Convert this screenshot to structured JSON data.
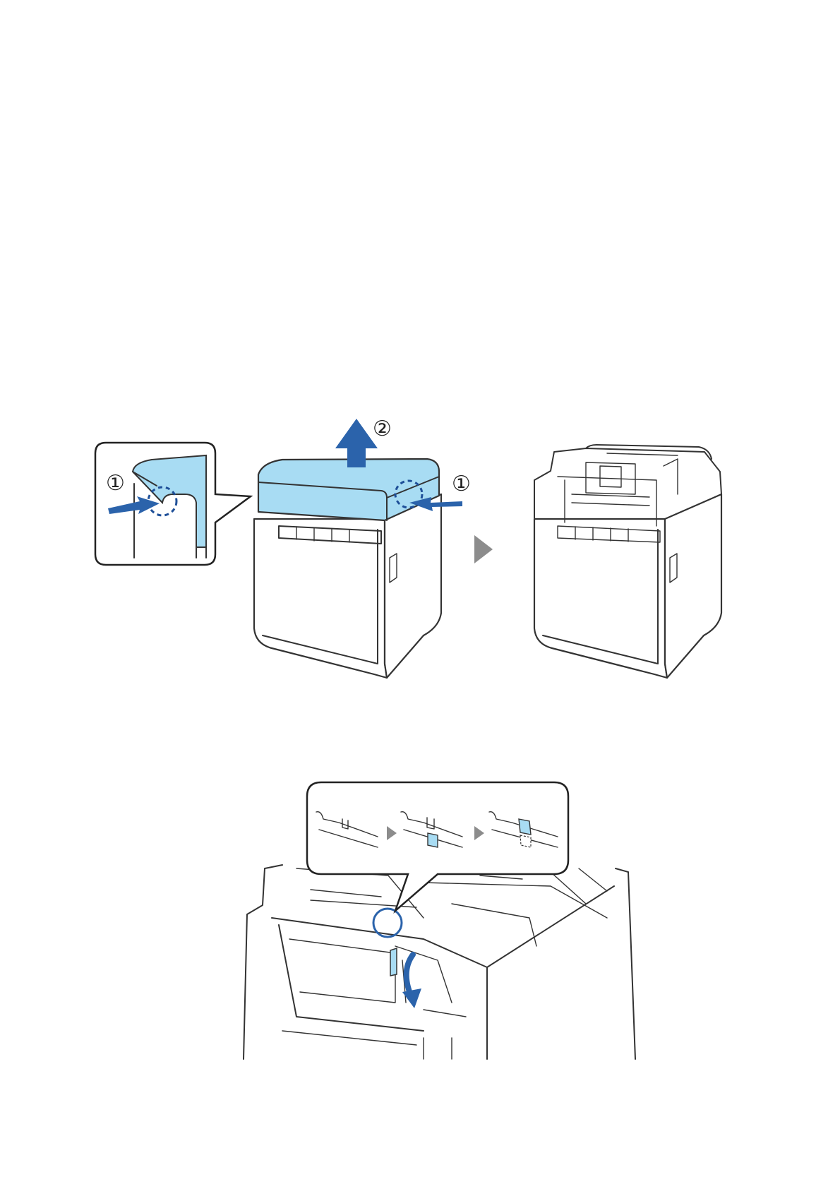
{
  "figure1": {
    "step1_label_zoom": "①",
    "step1_label_main": "①",
    "step2_label": "②",
    "colors": {
      "cover": "#a8dcf3",
      "arrow": "#2b63ab",
      "next_arrow": "#8c8c8c"
    },
    "icons": [
      "push-arrow-icon",
      "lift-arrow-icon",
      "next-step-arrow-icon",
      "dashed-circle-icon"
    ]
  },
  "figure2": {
    "colors": {
      "tab": "#a8dcf3",
      "highlight_ring": "#2b63ab",
      "rotate_arrow": "#2b63ab"
    },
    "icons": [
      "sequence-arrow-icon",
      "rotate-arrow-icon",
      "highlight-circle-icon"
    ]
  }
}
